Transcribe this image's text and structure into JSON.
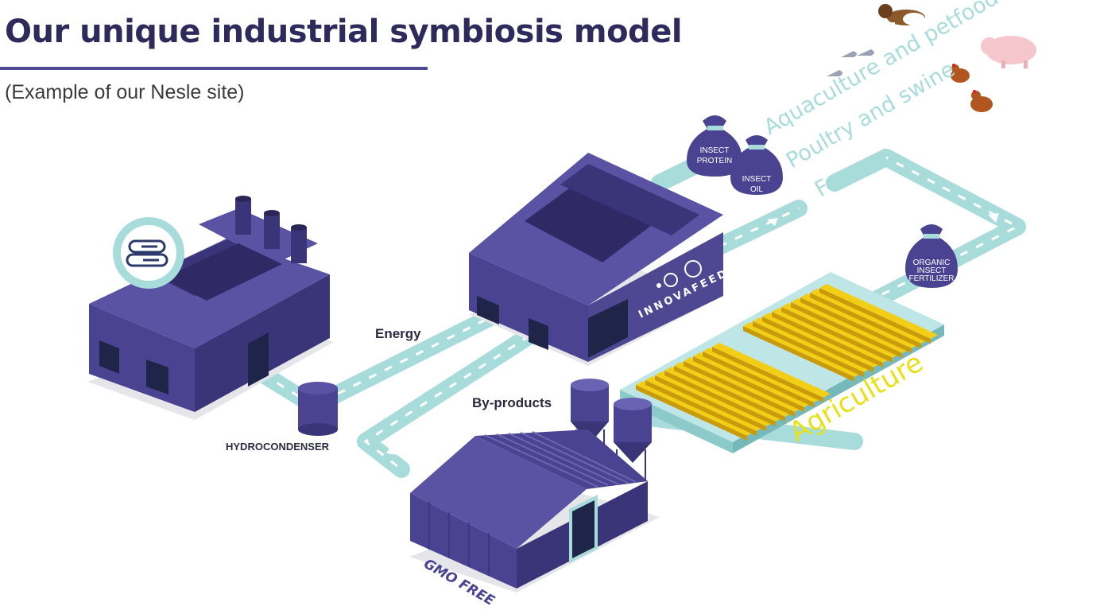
{
  "title": "Our unique industrial symbiosis model",
  "subtitle": "(Example of our Nesle site)",
  "labels": {
    "energy": "Energy",
    "hydrocondenser": "HYDROCONDENSER",
    "by_products": "By-products",
    "gmo_free": "GMO FREE",
    "agriculture": "Agriculture",
    "frass": "Frass",
    "poultry_swine": "Poultry and swine",
    "aquaculture_petfood": "Aquaculture and petfood",
    "brand": "INNOVAFEED"
  },
  "bags": {
    "protein": [
      "INSECT",
      "PROTEIN"
    ],
    "oil": [
      "INSECT",
      "OIL"
    ],
    "fertilizer": [
      "ORGANIC",
      "INSECT",
      "FERTILIZER"
    ]
  },
  "colors": {
    "title": "#2e2b5c",
    "building": "#4e4791",
    "building_dark": "#3a3478",
    "path": "#a8dcdb",
    "agriculture": "#e8e018",
    "crop": "#e3b40c"
  },
  "icons": [
    "logs-icon",
    "insect-bag-icon",
    "dog-icon",
    "pig-icon",
    "fish-icon",
    "chicken-icon",
    "arrow-icon"
  ]
}
